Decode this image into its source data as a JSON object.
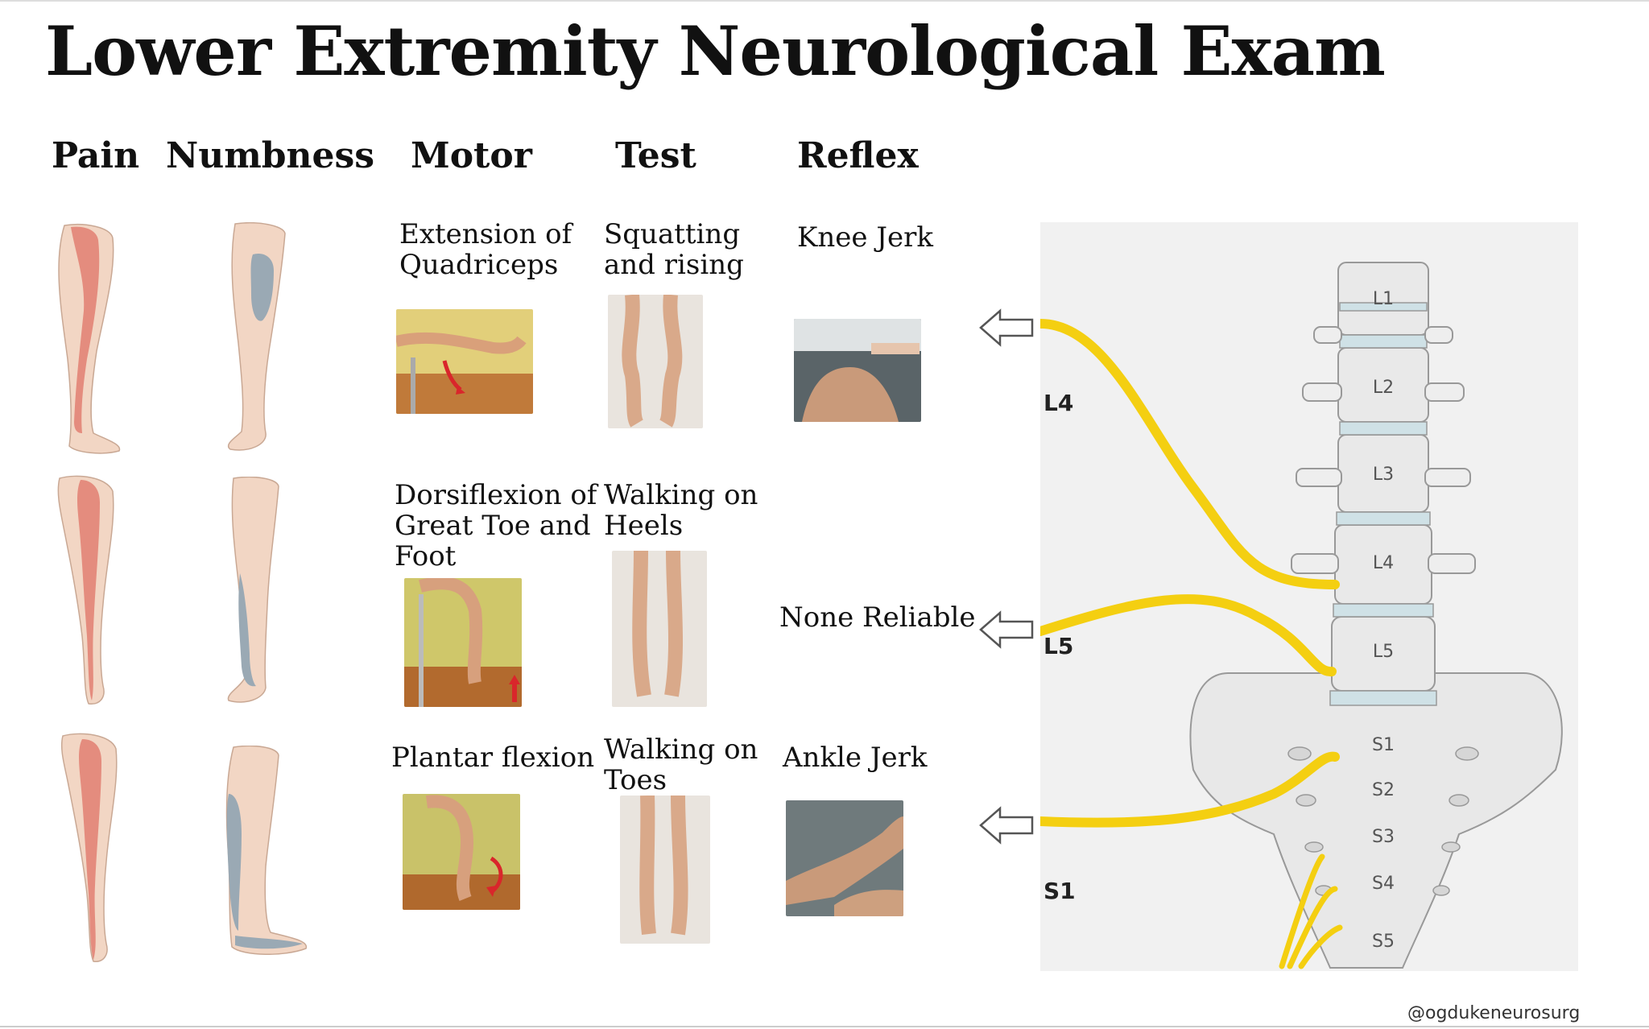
{
  "title": "Lower Extremity Neurological Exam",
  "columns": {
    "pain": "Pain",
    "numbness": "Numbness",
    "motor": "Motor",
    "test": "Test",
    "reflex": "Reflex"
  },
  "rows": [
    {
      "root": "L4",
      "motor_line1": "Extension of",
      "motor_line2": "Quadriceps",
      "test_line1": "Squatting",
      "test_line2": "and rising",
      "reflex": "Knee Jerk"
    },
    {
      "root": "L5",
      "motor_line1": "Dorsiflexion of",
      "motor_line2": "Great Toe and",
      "motor_line3": "Foot",
      "test_line1": "Walking on",
      "test_line2": "Heels",
      "reflex": "None Reliable"
    },
    {
      "root": "S1",
      "motor_line1": "Plantar flexion",
      "test_line1": "Walking on",
      "test_line2": "Toes",
      "reflex": "Ankle Jerk"
    }
  ],
  "vertebrae": [
    "L1",
    "L2",
    "L3",
    "L4",
    "L5",
    "S1",
    "S2",
    "S3",
    "S4",
    "S5"
  ],
  "credit": "@ogdukeneurosurg",
  "colors": {
    "pain": "#e27f72",
    "numbness": "#9aa9b4",
    "nerve": "#f4cf11",
    "skin": "#f2d6c4",
    "arrow_red": "#d9262b"
  }
}
